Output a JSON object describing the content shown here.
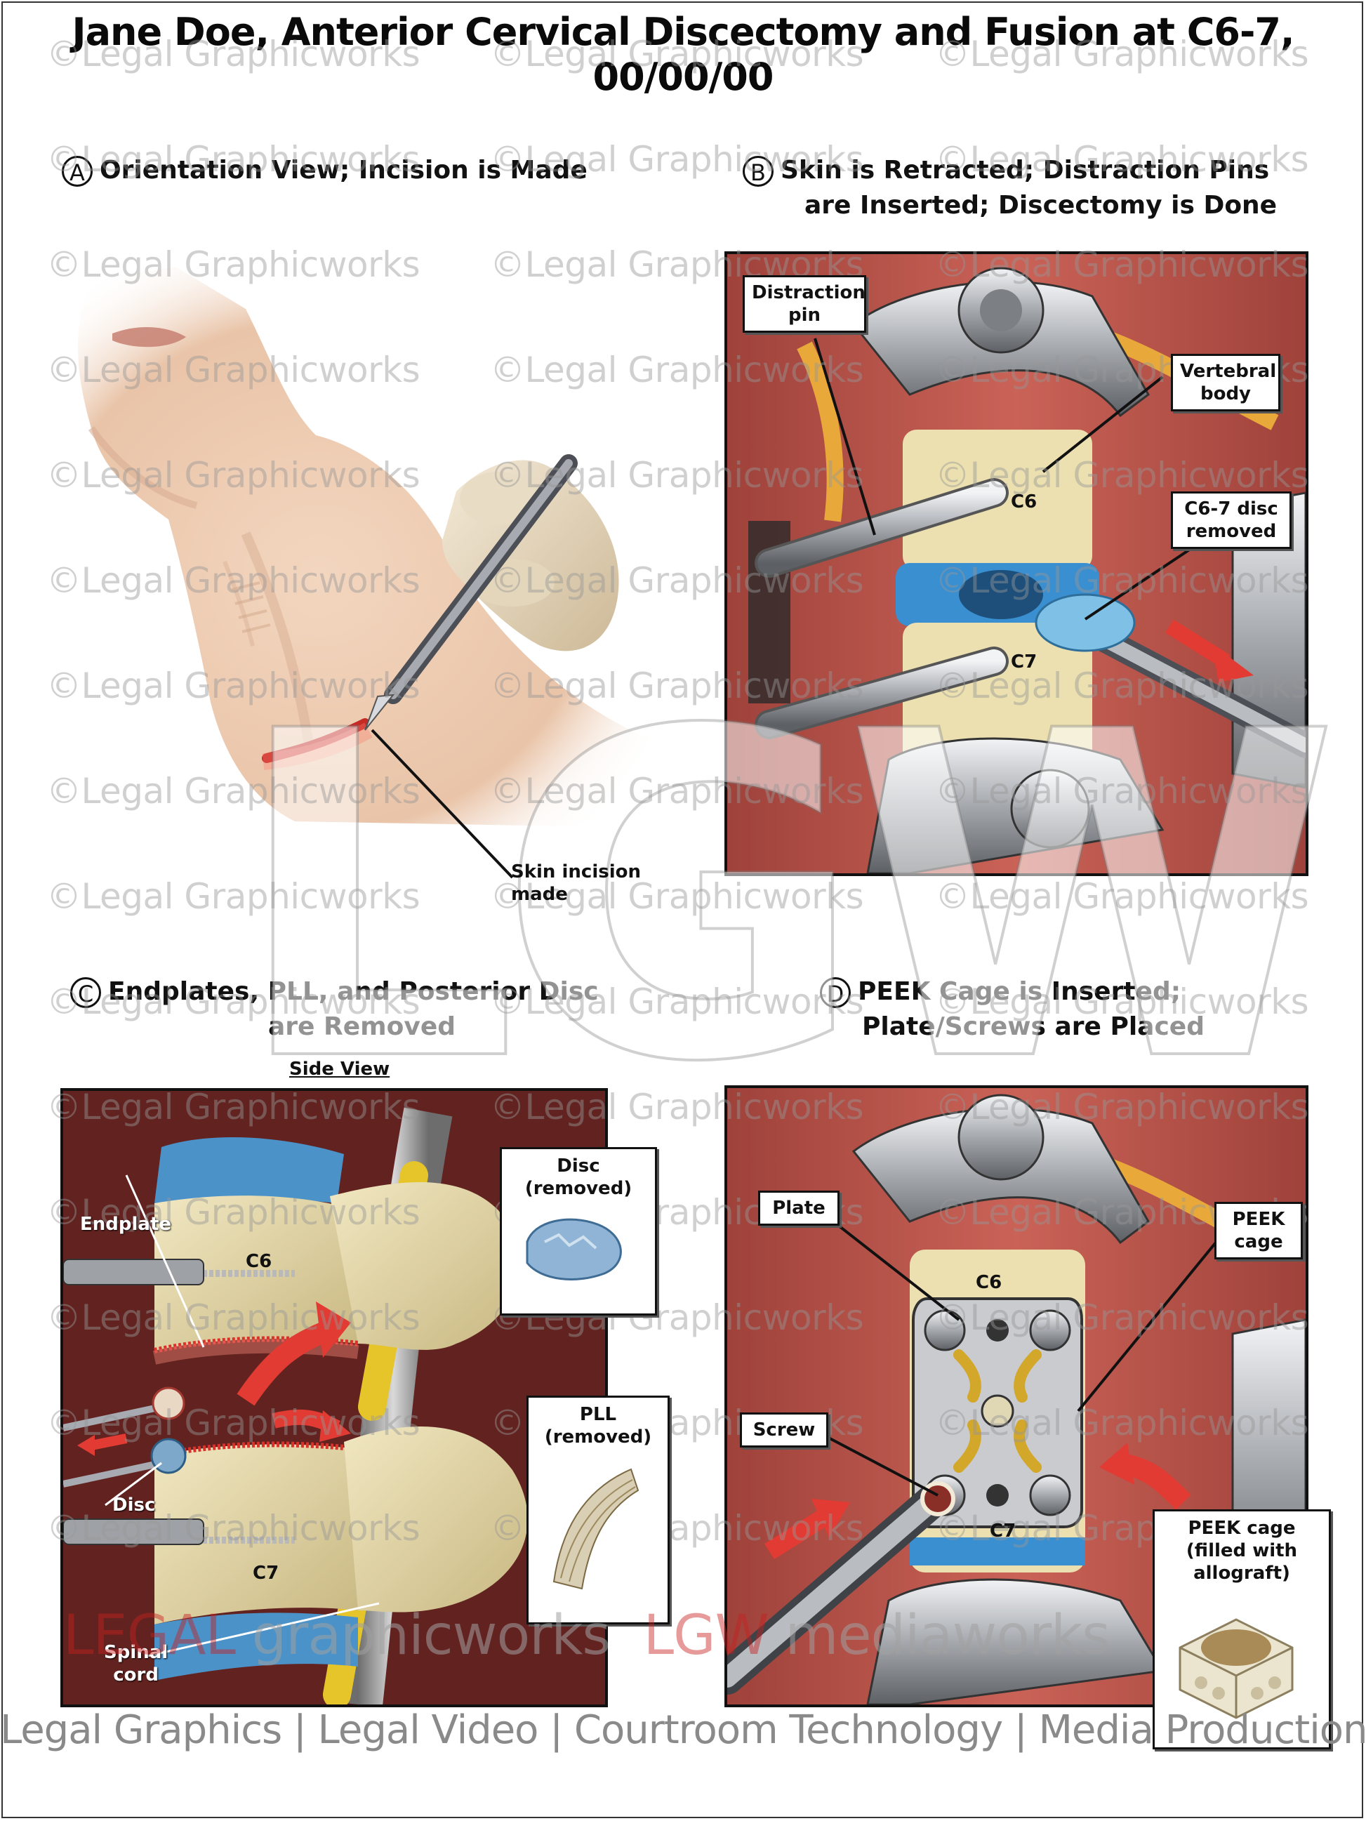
{
  "title": {
    "line1": "Jane Doe, Anterior Cervical Discectomy and Fusion at C6-7,",
    "line2": "00/00/00"
  },
  "watermark": {
    "text": "©Legal Graphicworks",
    "big_logo": "LGW",
    "brand_left_red": "LEGAL",
    "brand_left_gray": " graphicworks",
    "brand_right_red": "LGW",
    "brand_right_gray": " mediaworks"
  },
  "panels": {
    "a": {
      "letter": "A",
      "heading": "Orientation View; Incision is Made",
      "labels": {
        "incision_line1": "Skin incision",
        "incision_line2": "made"
      }
    },
    "b": {
      "letter": "B",
      "heading_line1": "Skin is Retracted; Distraction Pins",
      "heading_line2": "are Inserted; Discectomy is Done",
      "labels": {
        "pin_line1": "Distraction",
        "pin_line2": "pin",
        "vb_line1": "Vertebral",
        "vb_line2": "body",
        "disc_line1": "C6-7 disc",
        "disc_line2": "removed",
        "c6": "C6",
        "c7": "C7"
      }
    },
    "c": {
      "letter": "C",
      "heading_line1": "Endplates, PLL, and Posterior Disc",
      "heading_line2": "are Removed",
      "subheading": "Side View",
      "labels": {
        "endplate": "Endplate",
        "c6": "C6",
        "c7": "C7",
        "disc": "Disc",
        "spinal_line1": "Spinal",
        "spinal_line2": "cord",
        "disc_removed_line1": "Disc",
        "disc_removed_line2": "(removed)",
        "pll_line1": "PLL",
        "pll_line2": "(removed)"
      }
    },
    "d": {
      "letter": "D",
      "heading_line1": "PEEK Cage is Inserted;",
      "heading_line2": "Plate/Screws are Placed",
      "labels": {
        "plate": "Plate",
        "screw": "Screw",
        "c6": "C6",
        "c7": "C7",
        "peek_line1": "PEEK",
        "peek_line2": "cage",
        "peek_filled_line1": "PEEK cage",
        "peek_filled_line2": "(filled with",
        "peek_filled_line3": "allograft)"
      }
    }
  },
  "footer": "Legal Graphics | Legal Video | Courtroom Technology | Media Production",
  "colors": {
    "tissue": "#b8473f",
    "bone": "#e9dcaa",
    "disc": "#3a8fd0",
    "metal": "#b9bcc0",
    "skin": "#efcfb6",
    "arrow": "#e23b33"
  }
}
